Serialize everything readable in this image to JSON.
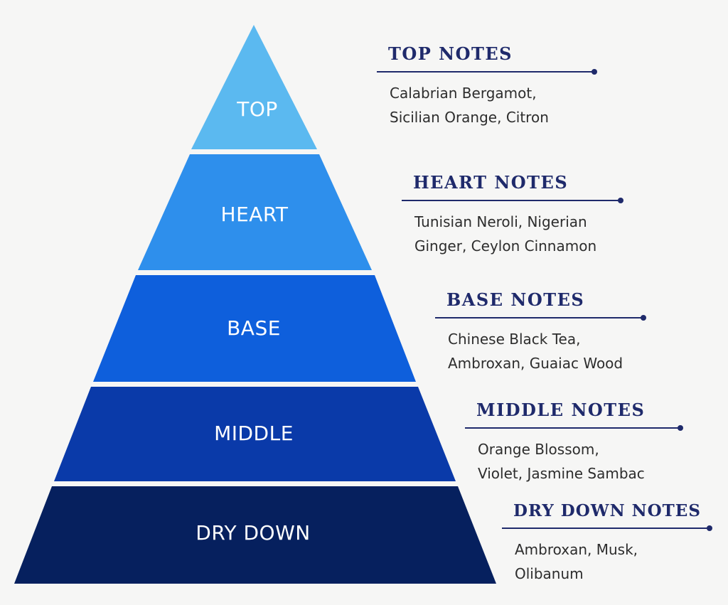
{
  "tiers": [
    {
      "label": "TOP",
      "color": "#5bb9f0"
    },
    {
      "label": "HEART",
      "color": "#2e8fec"
    },
    {
      "label": "BASE",
      "color": "#0e5fdc"
    },
    {
      "label": "MIDDLE",
      "color": "#0a3aa9"
    },
    {
      "label": "DRY DOWN",
      "color": "#06205e"
    }
  ],
  "notes": [
    {
      "title": "TOP NOTES",
      "lines": [
        "Calabrian Bergamot,",
        "Sicilian Orange, Citron"
      ]
    },
    {
      "title": "HEART NOTES",
      "lines": [
        "Tunisian Neroli, Nigerian",
        "Ginger, Ceylon Cinnamon"
      ]
    },
    {
      "title": "BASE NOTES",
      "lines": [
        "Chinese Black Tea,",
        "Ambroxan, Guaiac Wood"
      ]
    },
    {
      "title": "MIDDLE NOTES",
      "lines": [
        "Orange Blossom,",
        "Violet, Jasmine Sambac"
      ]
    },
    {
      "title": "DRY DOWN NOTES",
      "lines": [
        "Ambroxan, Musk,",
        "Olibanum"
      ]
    }
  ],
  "colors": {
    "accent": "#1f2a6b",
    "background": "#f6f6f5"
  }
}
